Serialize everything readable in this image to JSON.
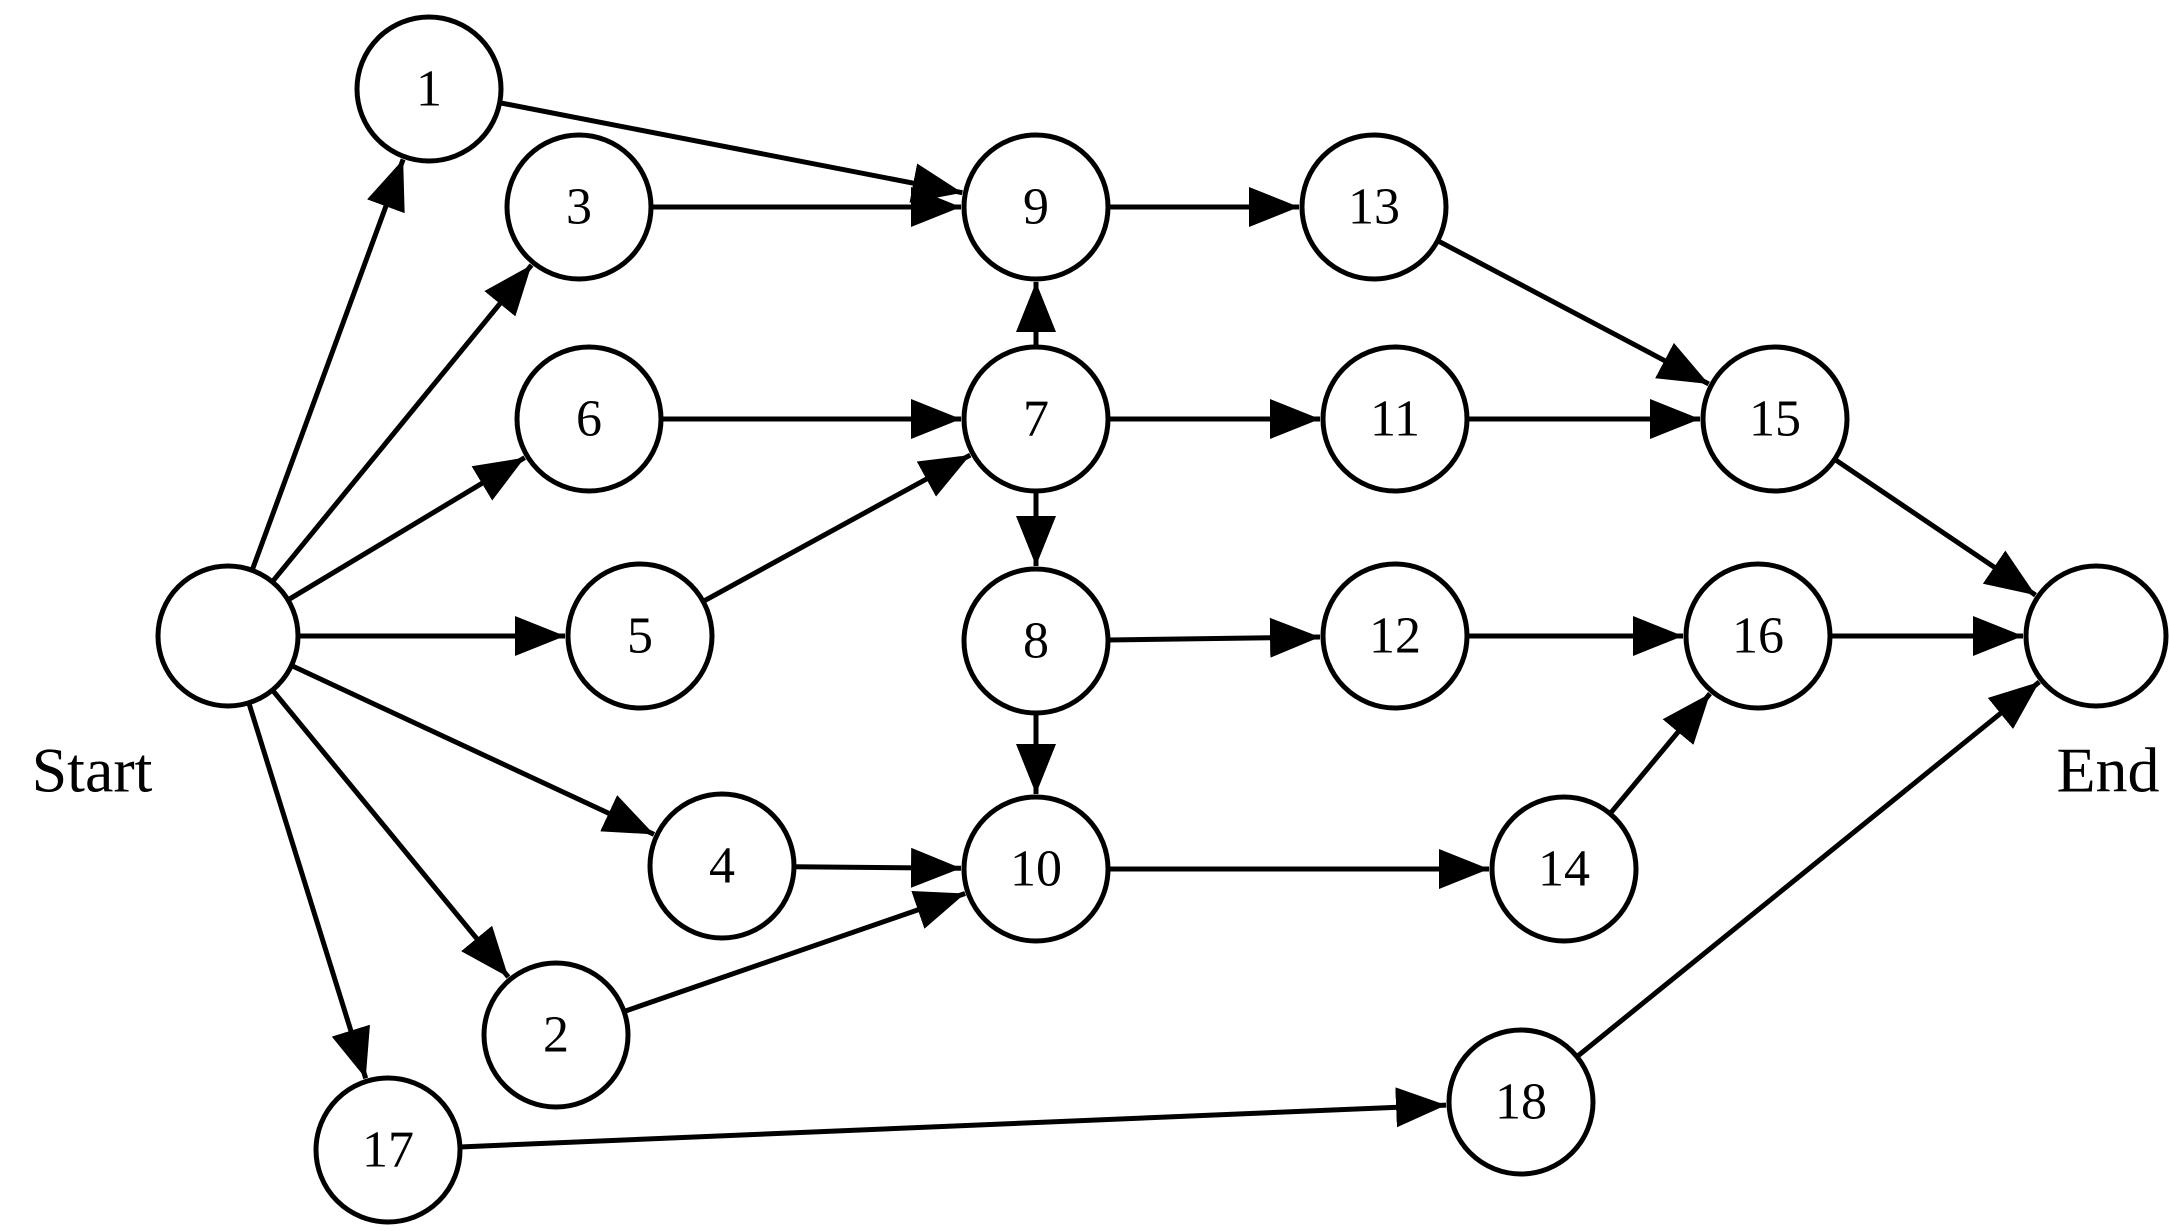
{
  "diagram": {
    "type": "activity-network",
    "nodes": [
      {
        "id": "start",
        "label": "",
        "caption": "Start"
      },
      {
        "id": "end",
        "label": "",
        "caption": "End"
      },
      {
        "id": "n1",
        "label": "1"
      },
      {
        "id": "n2",
        "label": "2"
      },
      {
        "id": "n3",
        "label": "3"
      },
      {
        "id": "n4",
        "label": "4"
      },
      {
        "id": "n5",
        "label": "5"
      },
      {
        "id": "n6",
        "label": "6"
      },
      {
        "id": "n7",
        "label": "7"
      },
      {
        "id": "n8",
        "label": "8"
      },
      {
        "id": "n9",
        "label": "9"
      },
      {
        "id": "n10",
        "label": "10"
      },
      {
        "id": "n11",
        "label": "11"
      },
      {
        "id": "n12",
        "label": "12"
      },
      {
        "id": "n13",
        "label": "13"
      },
      {
        "id": "n14",
        "label": "14"
      },
      {
        "id": "n15",
        "label": "15"
      },
      {
        "id": "n16",
        "label": "16"
      },
      {
        "id": "n17",
        "label": "17"
      },
      {
        "id": "n18",
        "label": "18"
      }
    ],
    "edges": [
      {
        "from": "start",
        "to": "n1"
      },
      {
        "from": "start",
        "to": "n3"
      },
      {
        "from": "start",
        "to": "n6"
      },
      {
        "from": "start",
        "to": "n5"
      },
      {
        "from": "start",
        "to": "n4"
      },
      {
        "from": "start",
        "to": "n2"
      },
      {
        "from": "start",
        "to": "n17"
      },
      {
        "from": "n1",
        "to": "n9"
      },
      {
        "from": "n3",
        "to": "n9"
      },
      {
        "from": "n6",
        "to": "n7"
      },
      {
        "from": "n5",
        "to": "n7"
      },
      {
        "from": "n7",
        "to": "n9"
      },
      {
        "from": "n7",
        "to": "n11"
      },
      {
        "from": "n7",
        "to": "n8"
      },
      {
        "from": "n8",
        "to": "n12"
      },
      {
        "from": "n8",
        "to": "n10"
      },
      {
        "from": "n4",
        "to": "n10"
      },
      {
        "from": "n2",
        "to": "n10"
      },
      {
        "from": "n9",
        "to": "n13"
      },
      {
        "from": "n13",
        "to": "n15"
      },
      {
        "from": "n11",
        "to": "n15"
      },
      {
        "from": "n12",
        "to": "n16"
      },
      {
        "from": "n10",
        "to": "n14"
      },
      {
        "from": "n14",
        "to": "n16"
      },
      {
        "from": "n15",
        "to": "end"
      },
      {
        "from": "n16",
        "to": "end"
      },
      {
        "from": "n17",
        "to": "n18"
      },
      {
        "from": "n18",
        "to": "end"
      }
    ]
  }
}
